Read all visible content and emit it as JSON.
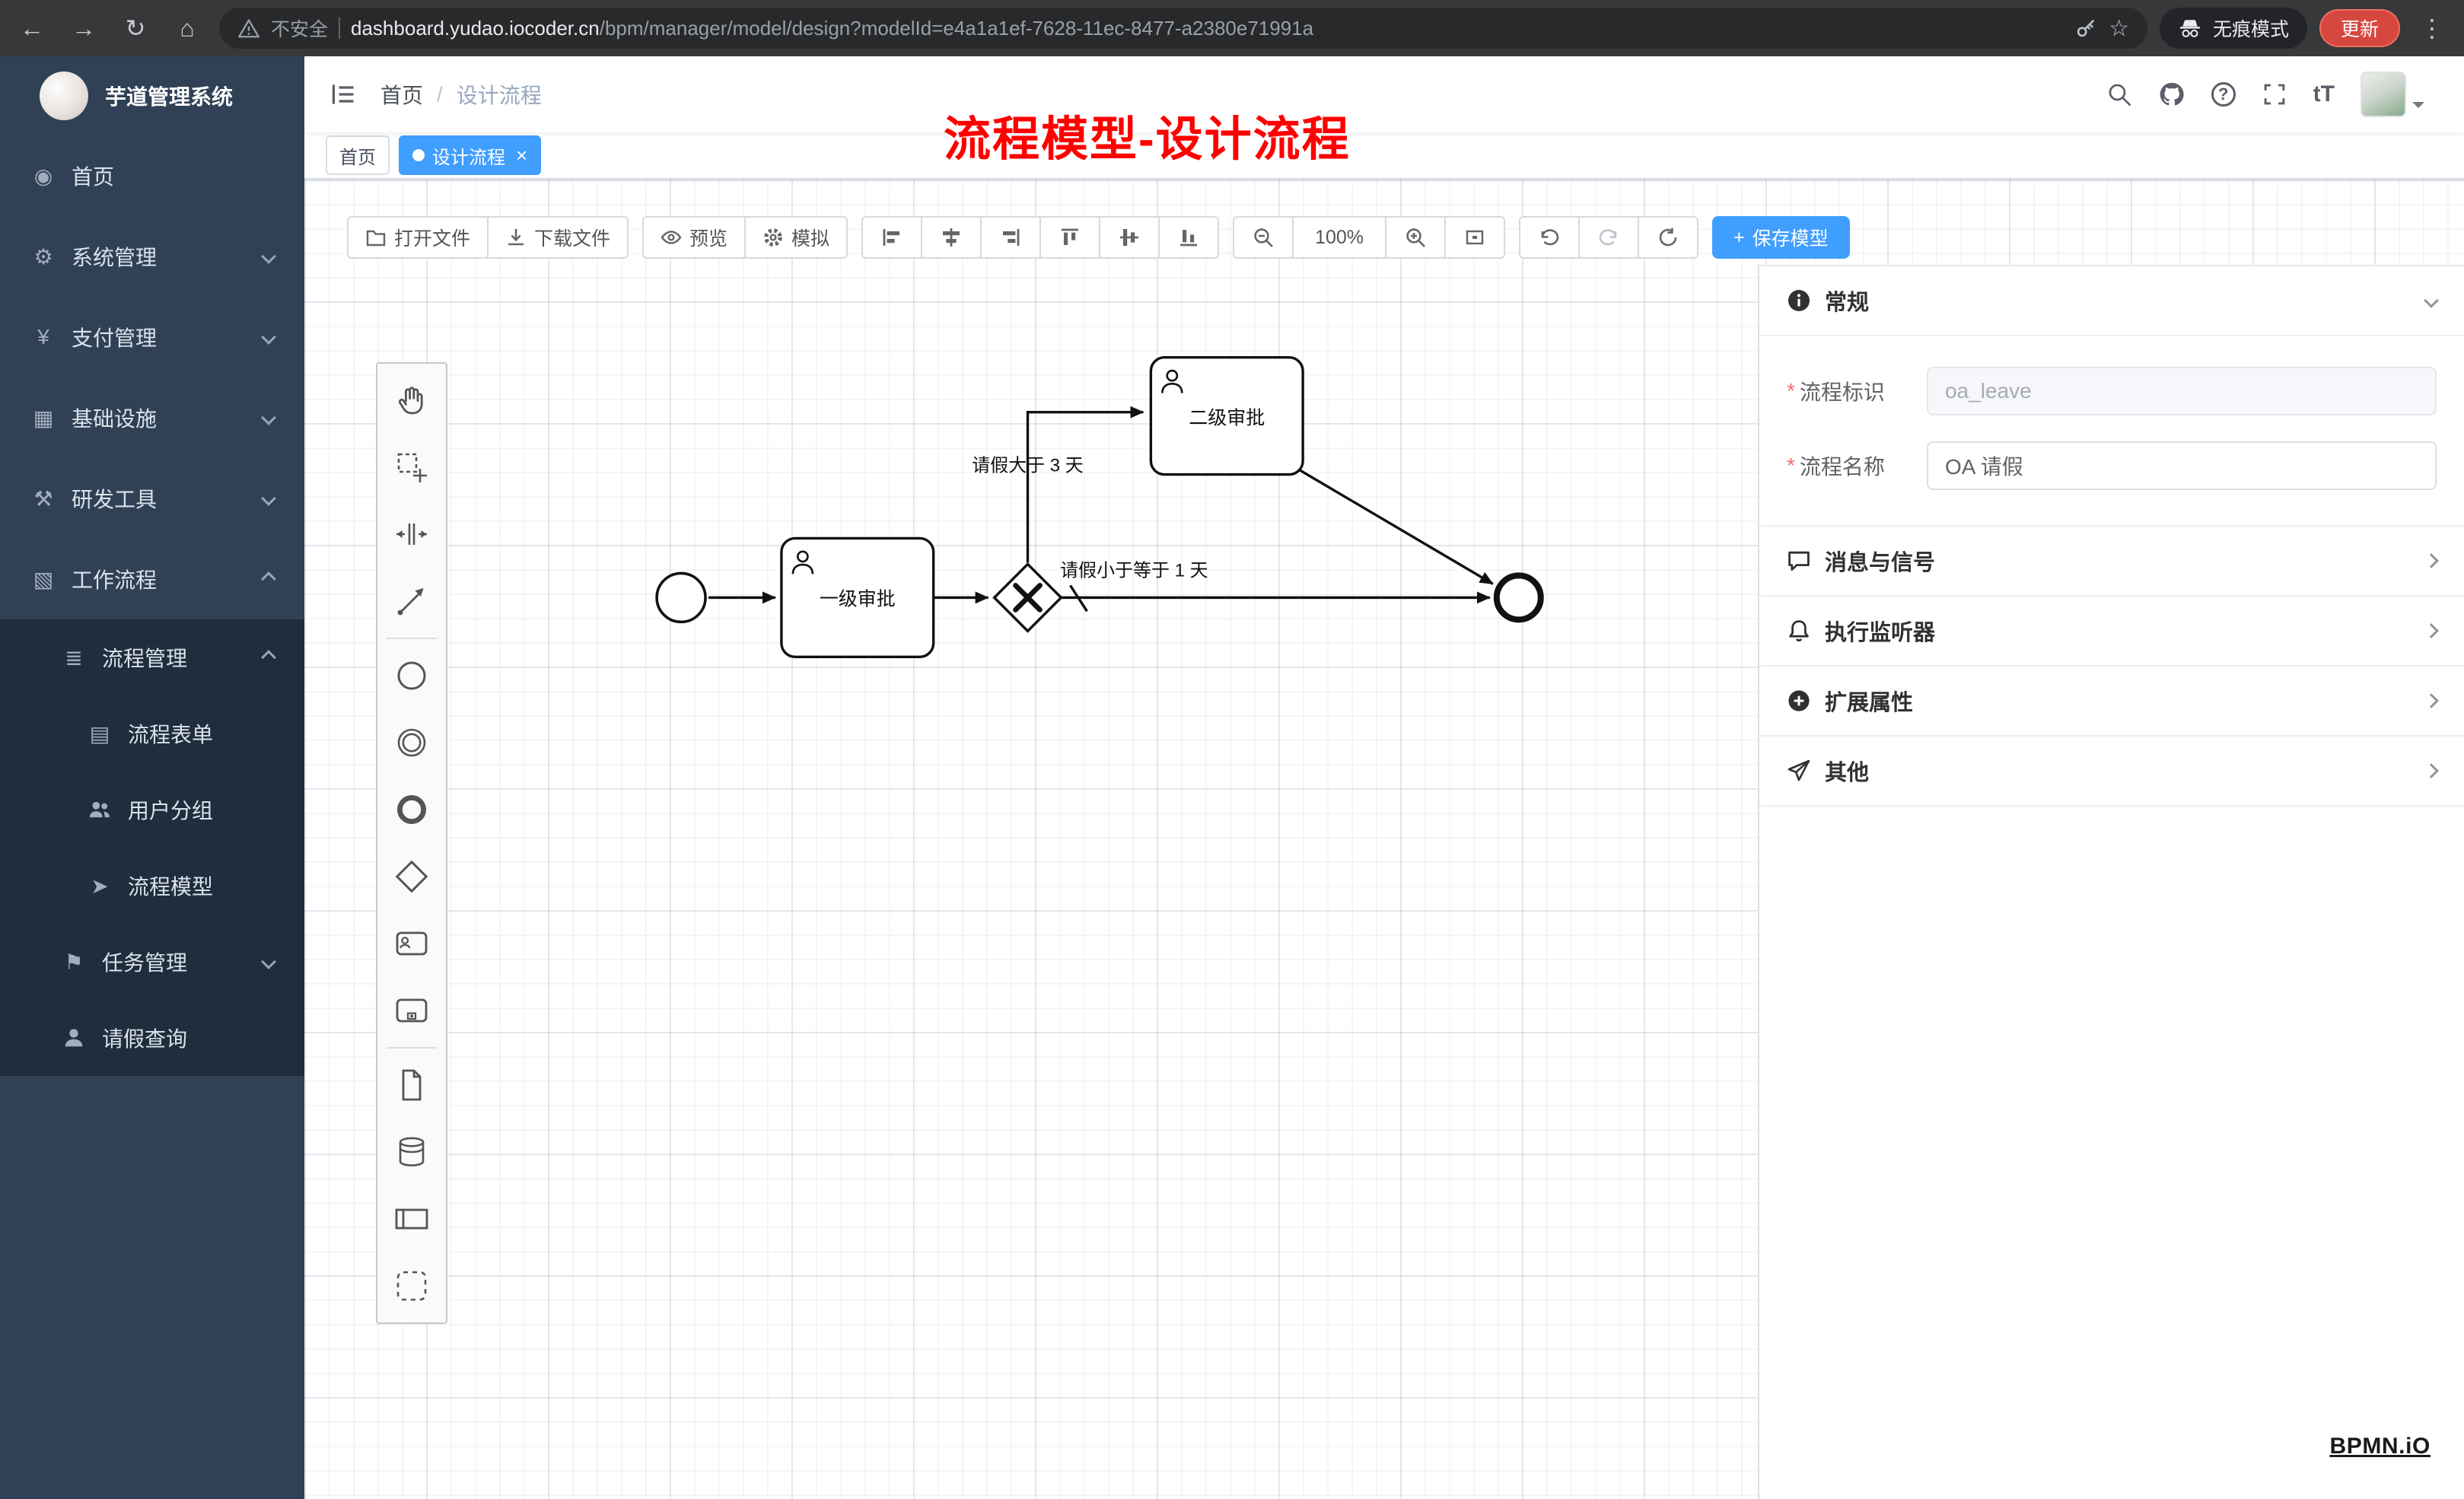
{
  "browser": {
    "security_label": "不安全",
    "url_domain": "dashboard.yudao.iocoder.cn",
    "url_path": "/bpm/manager/model/design?modelId=e4a1a1ef-7628-11ec-8477-a2380e71991a",
    "incognito_label": "无痕模式",
    "update_label": "更新"
  },
  "icons": {
    "back": "←",
    "forward": "→",
    "reload": "↻",
    "home": "⌂",
    "star": "☆",
    "menu_dots": "⋮",
    "dashboard": "◉",
    "gear": "⚙",
    "yen": "¥",
    "infra": "▦",
    "tools": "⚒",
    "workflow": "▧",
    "list": "≣",
    "form": "▤",
    "model": "➤",
    "flag": "⚑",
    "close": "×",
    "plus": "+",
    "font_size": "tT",
    "question": "?"
  },
  "sidebar": {
    "app_title": "芋道管理系统",
    "items": [
      {
        "label": "首页"
      },
      {
        "label": "系统管理"
      },
      {
        "label": "支付管理"
      },
      {
        "label": "基础设施"
      },
      {
        "label": "研发工具"
      },
      {
        "label": "工作流程"
      },
      {
        "label": "流程管理"
      },
      {
        "label": "流程表单"
      },
      {
        "label": "用户分组"
      },
      {
        "label": "流程模型"
      },
      {
        "label": "任务管理"
      },
      {
        "label": "请假查询"
      }
    ]
  },
  "header": {
    "breadcrumb_home": "首页",
    "breadcrumb_sep": "/",
    "breadcrumb_current": "设计流程",
    "annotation": "流程模型-设计流程"
  },
  "tabs": [
    {
      "label": "首页"
    },
    {
      "label": "设计流程"
    }
  ],
  "toolbar": {
    "open_file": "打开文件",
    "download_file": "下载文件",
    "preview": "预览",
    "simulate": "模拟",
    "zoom_level": "100%",
    "save_model": "保存模型"
  },
  "diagram": {
    "task_level1": "一级审批",
    "task_level2": "二级审批",
    "flow_gt3": "请假大于 3 天",
    "flow_le1": "请假小于等于 1 天",
    "watermark": "BPMN.iO"
  },
  "panel": {
    "general_title": "常规",
    "required_marker": "*",
    "process_key_label": "流程标识",
    "process_key_value": "oa_leave",
    "process_name_label": "流程名称",
    "process_name_value": "OA 请假",
    "sections": [
      {
        "label": "消息与信号"
      },
      {
        "label": "执行监听器"
      },
      {
        "label": "扩展属性"
      },
      {
        "label": "其他"
      }
    ]
  },
  "colors": {
    "accent": "#409eff",
    "annotation_red": "#ff0000",
    "sidebar_bg": "#304156",
    "sidebar_sub_bg": "#1f2d3d",
    "update_button_red": "#d6473f"
  }
}
